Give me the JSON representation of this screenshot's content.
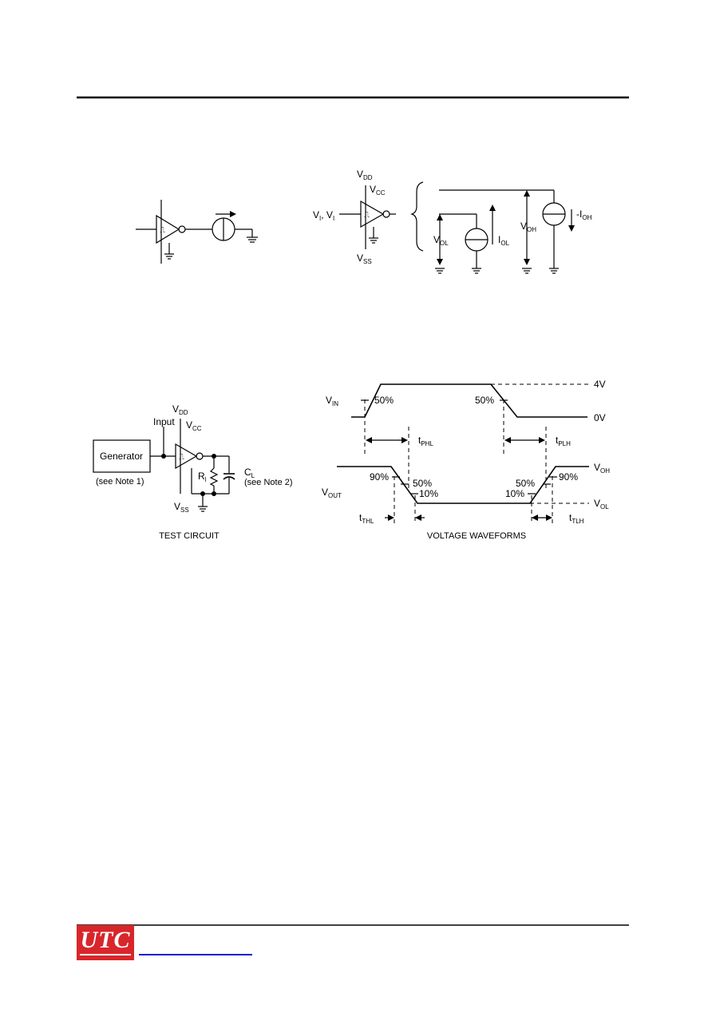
{
  "diagram1": {
    "labels": {
      "vdd": "V",
      "vdd_sub": "DD",
      "vcc": "V",
      "vcc_sub": "CC",
      "vi": "V",
      "vi_sub": "I",
      "vi2": "V",
      "vi2_sub": "I",
      "vss": "V",
      "vss_sub": "SS",
      "vol": "V",
      "vol_sub": "OL",
      "iol": "I",
      "iol_sub": "OL",
      "voh": "V",
      "voh_sub": "OH",
      "ioh": "-I",
      "ioh_sub": "OH",
      "schmitt": "⎍"
    }
  },
  "test_circuit": {
    "generator": "Generator",
    "note1": "(see Note 1)",
    "input": "Input",
    "vdd": "V",
    "vdd_sub": "DD",
    "vcc": "V",
    "vcc_sub": "CC",
    "rl": "R",
    "rl_sub": "l",
    "cl": "C",
    "cl_sub": "L",
    "note2": "(see Note 2)",
    "vss": "V",
    "vss_sub": "SS",
    "caption": "TEST CIRCUIT"
  },
  "waveforms": {
    "vin": "V",
    "vin_sub": "IN",
    "pct50_in_rise": "50%",
    "pct50_in_fall": "50%",
    "v4": "4V",
    "v0": "0V",
    "tphl": "t",
    "tphl_sub": "PHL",
    "tplh": "t",
    "tplh_sub": "PLH",
    "voh": "V",
    "voh_sub": "OH",
    "vol": "V",
    "vol_sub": "OL",
    "vout": "V",
    "vout_sub": "OUT",
    "pct90_fall": "90%",
    "pct50_fall": "50%",
    "pct10_fall": "10%",
    "pct50_rise": "50%",
    "pct10_rise": "10%",
    "pct90_rise": "90%",
    "tthl": "t",
    "tthl_sub": "THL",
    "ttlh": "t",
    "ttlh_sub": "TLH",
    "caption": "VOLTAGE WAVEFORMS"
  },
  "footer": {
    "logo": "UTC"
  },
  "colors": {
    "logo_red": "#d8262b",
    "link_blue": "#1a1ad0"
  }
}
